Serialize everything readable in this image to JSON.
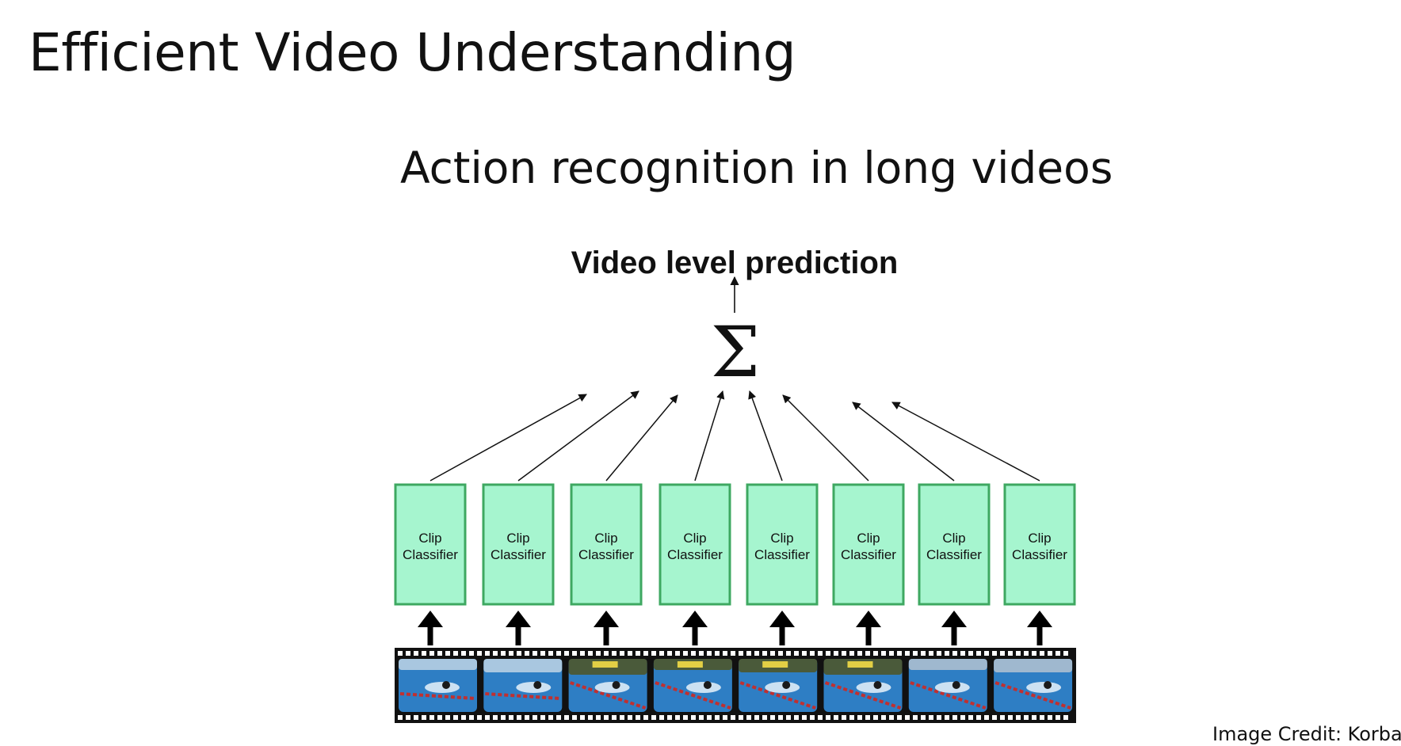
{
  "slide": {
    "title": "Efficient Video Understanding",
    "subtitle": "Action recognition in long videos",
    "credit": "Image Credit: Korba"
  },
  "diagram": {
    "prediction_label": "Video level prediction",
    "sum_symbol": "Σ",
    "clip_label_line1": "Clip",
    "clip_label_line2": "Classifier",
    "clip_count": 8,
    "colors": {
      "clip_fill": "#a6f5cf",
      "clip_border": "#3ea861",
      "film": "#111111",
      "water": "#2e7ec4",
      "lane_rope": "#c03030"
    }
  }
}
